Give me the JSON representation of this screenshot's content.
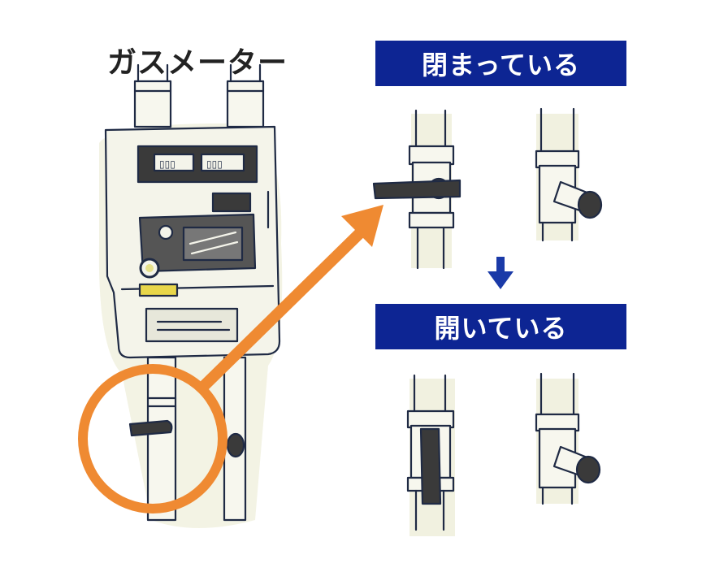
{
  "labels": {
    "meter_title": "ガスメーター",
    "closed_state": "閉まっている",
    "open_state": "開いている"
  },
  "colors": {
    "banner_bg": "#0d2593",
    "banner_text": "#ffffff",
    "highlight_orange": "#ef8a32",
    "arrow_down_blue": "#1a3aa8",
    "outline": "#1f2a44",
    "lever": "#3a3a3a",
    "pipe_fill": "#f7f7ee",
    "meter_body": "#f4f4ea"
  }
}
